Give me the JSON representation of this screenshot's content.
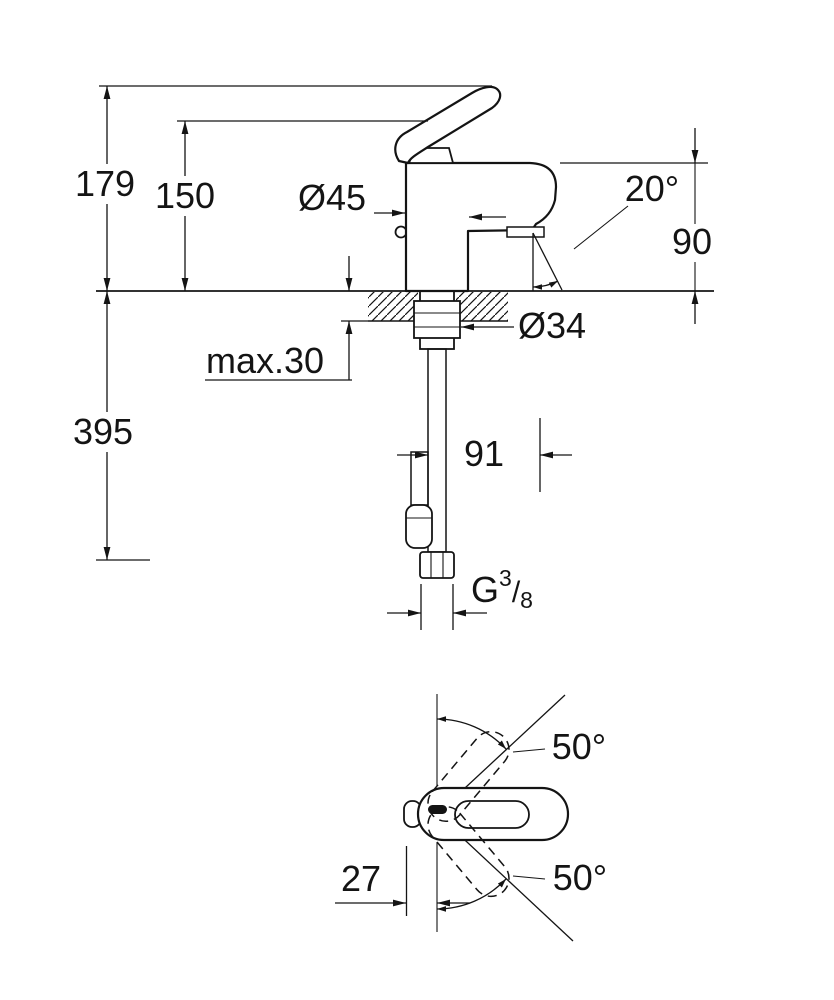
{
  "drawing": {
    "side_view": {
      "total_height": "179",
      "handle_height": "150",
      "body_diameter": "Ø45",
      "spray_angle": "20°",
      "spout_height": "90",
      "max_deck_thickness": "max.30",
      "hole_diameter": "Ø34",
      "length_below_deck": "395",
      "hose_offset": "91",
      "thread_label": {
        "g": "G",
        "numerator": "3",
        "slash": "/",
        "denominator": "8"
      }
    },
    "top_view": {
      "handle_front_offset": "27",
      "swing_angle_up": "50°",
      "swing_angle_down": "50°"
    }
  }
}
